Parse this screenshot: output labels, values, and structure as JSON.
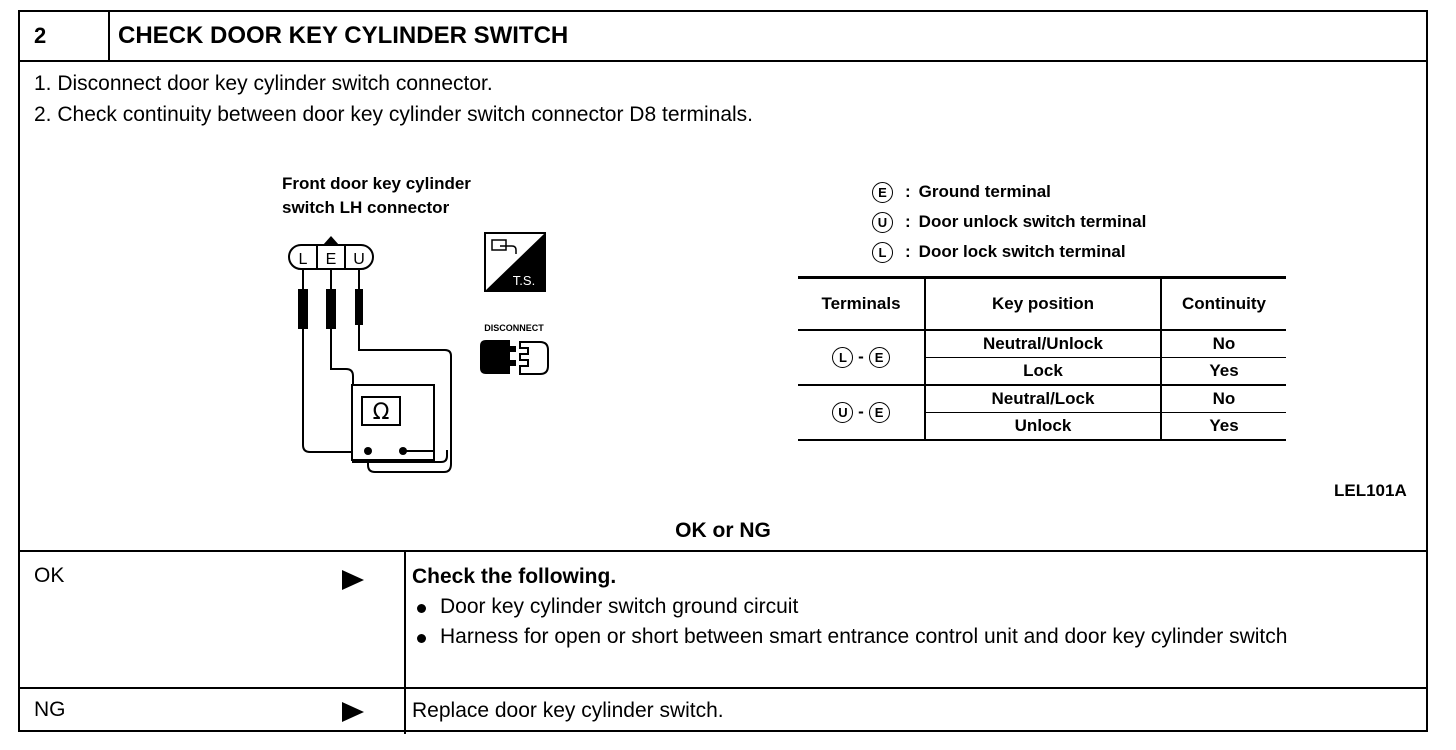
{
  "header": {
    "step_number": "2",
    "title": "CHECK DOOR KEY CYLINDER SWITCH"
  },
  "steps": [
    "1.  Disconnect door key cylinder switch connector.",
    "2.  Check continuity between door key cylinder switch connector D8 terminals."
  ],
  "diagram": {
    "connector_title": "Front door key cylinder\nswitch LH connector",
    "pins": [
      "L",
      "E",
      "U"
    ],
    "meter_symbol": "Ω",
    "ts_label": "T.S.",
    "disconnect_label": "DISCONNECT",
    "figure_code": "LEL101A"
  },
  "legend": [
    {
      "symbol": "E",
      "text": "Ground terminal"
    },
    {
      "symbol": "U",
      "text": "Door unlock switch terminal"
    },
    {
      "symbol": "L",
      "text": "Door lock switch terminal"
    }
  ],
  "table": {
    "headers": [
      "Terminals",
      "Key position",
      "Continuity"
    ],
    "groups": [
      {
        "a": "L",
        "b": "E",
        "rows": [
          {
            "key": "Neutral/Unlock",
            "cont": "No"
          },
          {
            "key": "Lock",
            "cont": "Yes"
          }
        ]
      },
      {
        "a": "U",
        "b": "E",
        "rows": [
          {
            "key": "Neutral/Lock",
            "cont": "No"
          },
          {
            "key": "Unlock",
            "cont": "Yes"
          }
        ]
      }
    ]
  },
  "result": {
    "title": "OK or NG",
    "ok_label": "OK",
    "ok_heading": "Check the following.",
    "ok_items": [
      "Door key cylinder switch ground circuit",
      "Harness for open or short between smart entrance control unit and door key cylinder switch"
    ],
    "ng_label": "NG",
    "ng_text": "Replace door key cylinder switch."
  }
}
